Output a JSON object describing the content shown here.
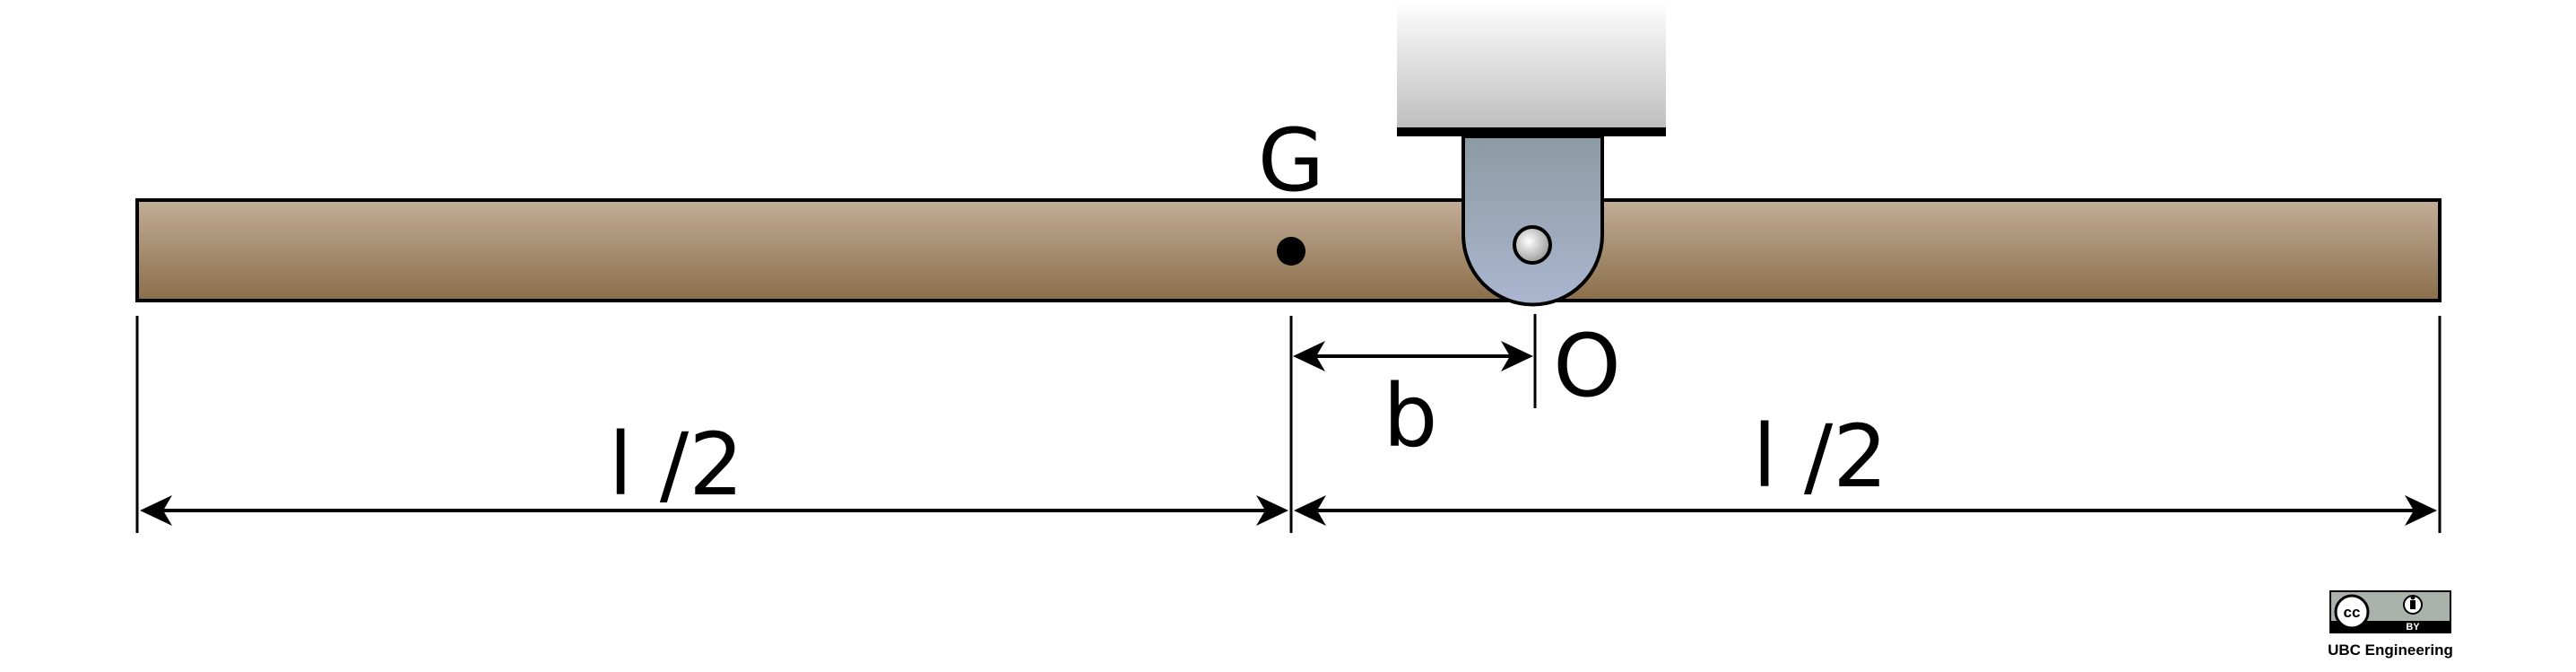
{
  "labels": {
    "center_of_mass": "G",
    "pivot": "O",
    "offset": "b",
    "left_half": "l /2",
    "right_half": "l /2"
  },
  "license": {
    "badge_left": "cc",
    "badge_right": "BY",
    "credit": "UBC Engineering"
  },
  "colors": {
    "beam_top": "#c2ad97",
    "beam_bottom": "#8b6e4b",
    "bracket_top": "#8e9da6",
    "bracket_bottom": "#a9b4cc",
    "pin": "#c8c8c8",
    "ceiling_top": "#ffffff",
    "ceiling_bottom": "#c0c0c0"
  }
}
